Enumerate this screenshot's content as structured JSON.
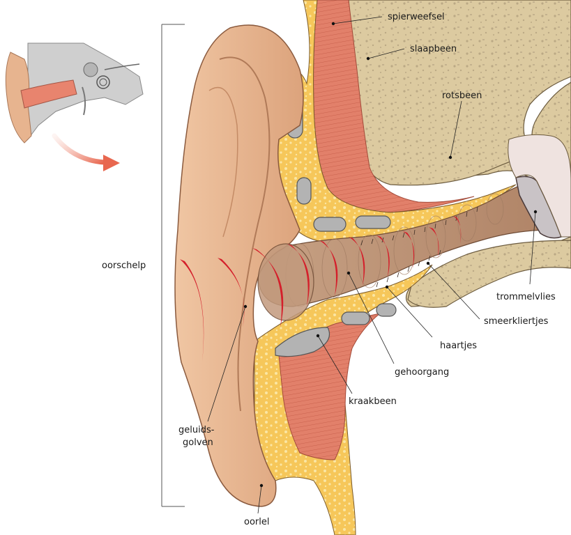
{
  "labels": {
    "spierweefsel": "spierweefsel",
    "slaapbeen": "slaapbeen",
    "rotsbeen": "rotsbeen",
    "trommelvlies": "trommelvlies",
    "smeerkliertjes": "smeerkliertjes",
    "haartjes": "haartjes",
    "gehoorgang": "gehoorgang",
    "kraakbeen": "kraakbeen",
    "oorschelp": "oorschelp",
    "geluids_line1": "geluids-",
    "geluids_line2": "golven",
    "oorlel": "oorlel"
  },
  "colors": {
    "skin": "#e9b58f",
    "skin_dark": "#c98d63",
    "fat": "#f6c75a",
    "fat_light": "#fbe39a",
    "muscle": "#e2806a",
    "bone": "#dccaa0",
    "bone_dot": "#b9a780",
    "cartilage": "#b3b3b3",
    "canal": "#c29a7d",
    "wave": "#d41f2b",
    "arrow": "#e8674f"
  },
  "icons": {
    "inset": "ear-anatomy-thumbnail-icon",
    "arrow": "curved-arrow-icon"
  }
}
